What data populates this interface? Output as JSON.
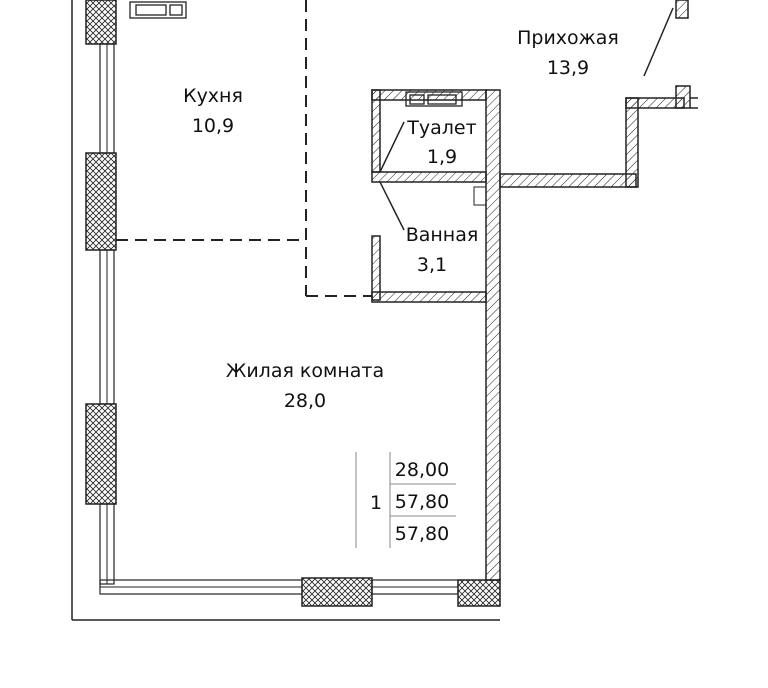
{
  "rooms": [
    {
      "name": "Прихожая",
      "area": "13,9"
    },
    {
      "name": "Кухня",
      "area": "10,9"
    },
    {
      "name": "Туалет",
      "area": "1,9"
    },
    {
      "name": "Ванная",
      "area": "3,1"
    },
    {
      "name": "Жилая комната",
      "area": "28,0"
    }
  ],
  "summary": {
    "rooms_count": "1",
    "living_area": "28,00",
    "total_area": "57,80",
    "total_area_2": "57,80"
  }
}
